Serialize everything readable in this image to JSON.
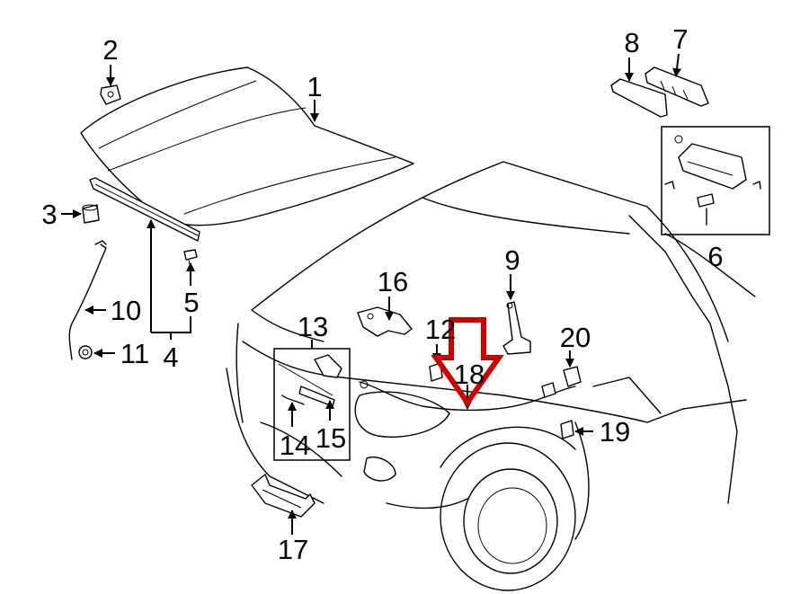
{
  "callouts": [
    "1",
    "2",
    "3",
    "4",
    "5",
    "6",
    "7",
    "8",
    "9",
    "10",
    "11",
    "12",
    "13",
    "14",
    "15",
    "16",
    "17",
    "18",
    "19",
    "20"
  ],
  "highlight": {
    "color": "#cc0000",
    "target_part": "18"
  },
  "line_color": "#000000",
  "background": "#ffffff"
}
